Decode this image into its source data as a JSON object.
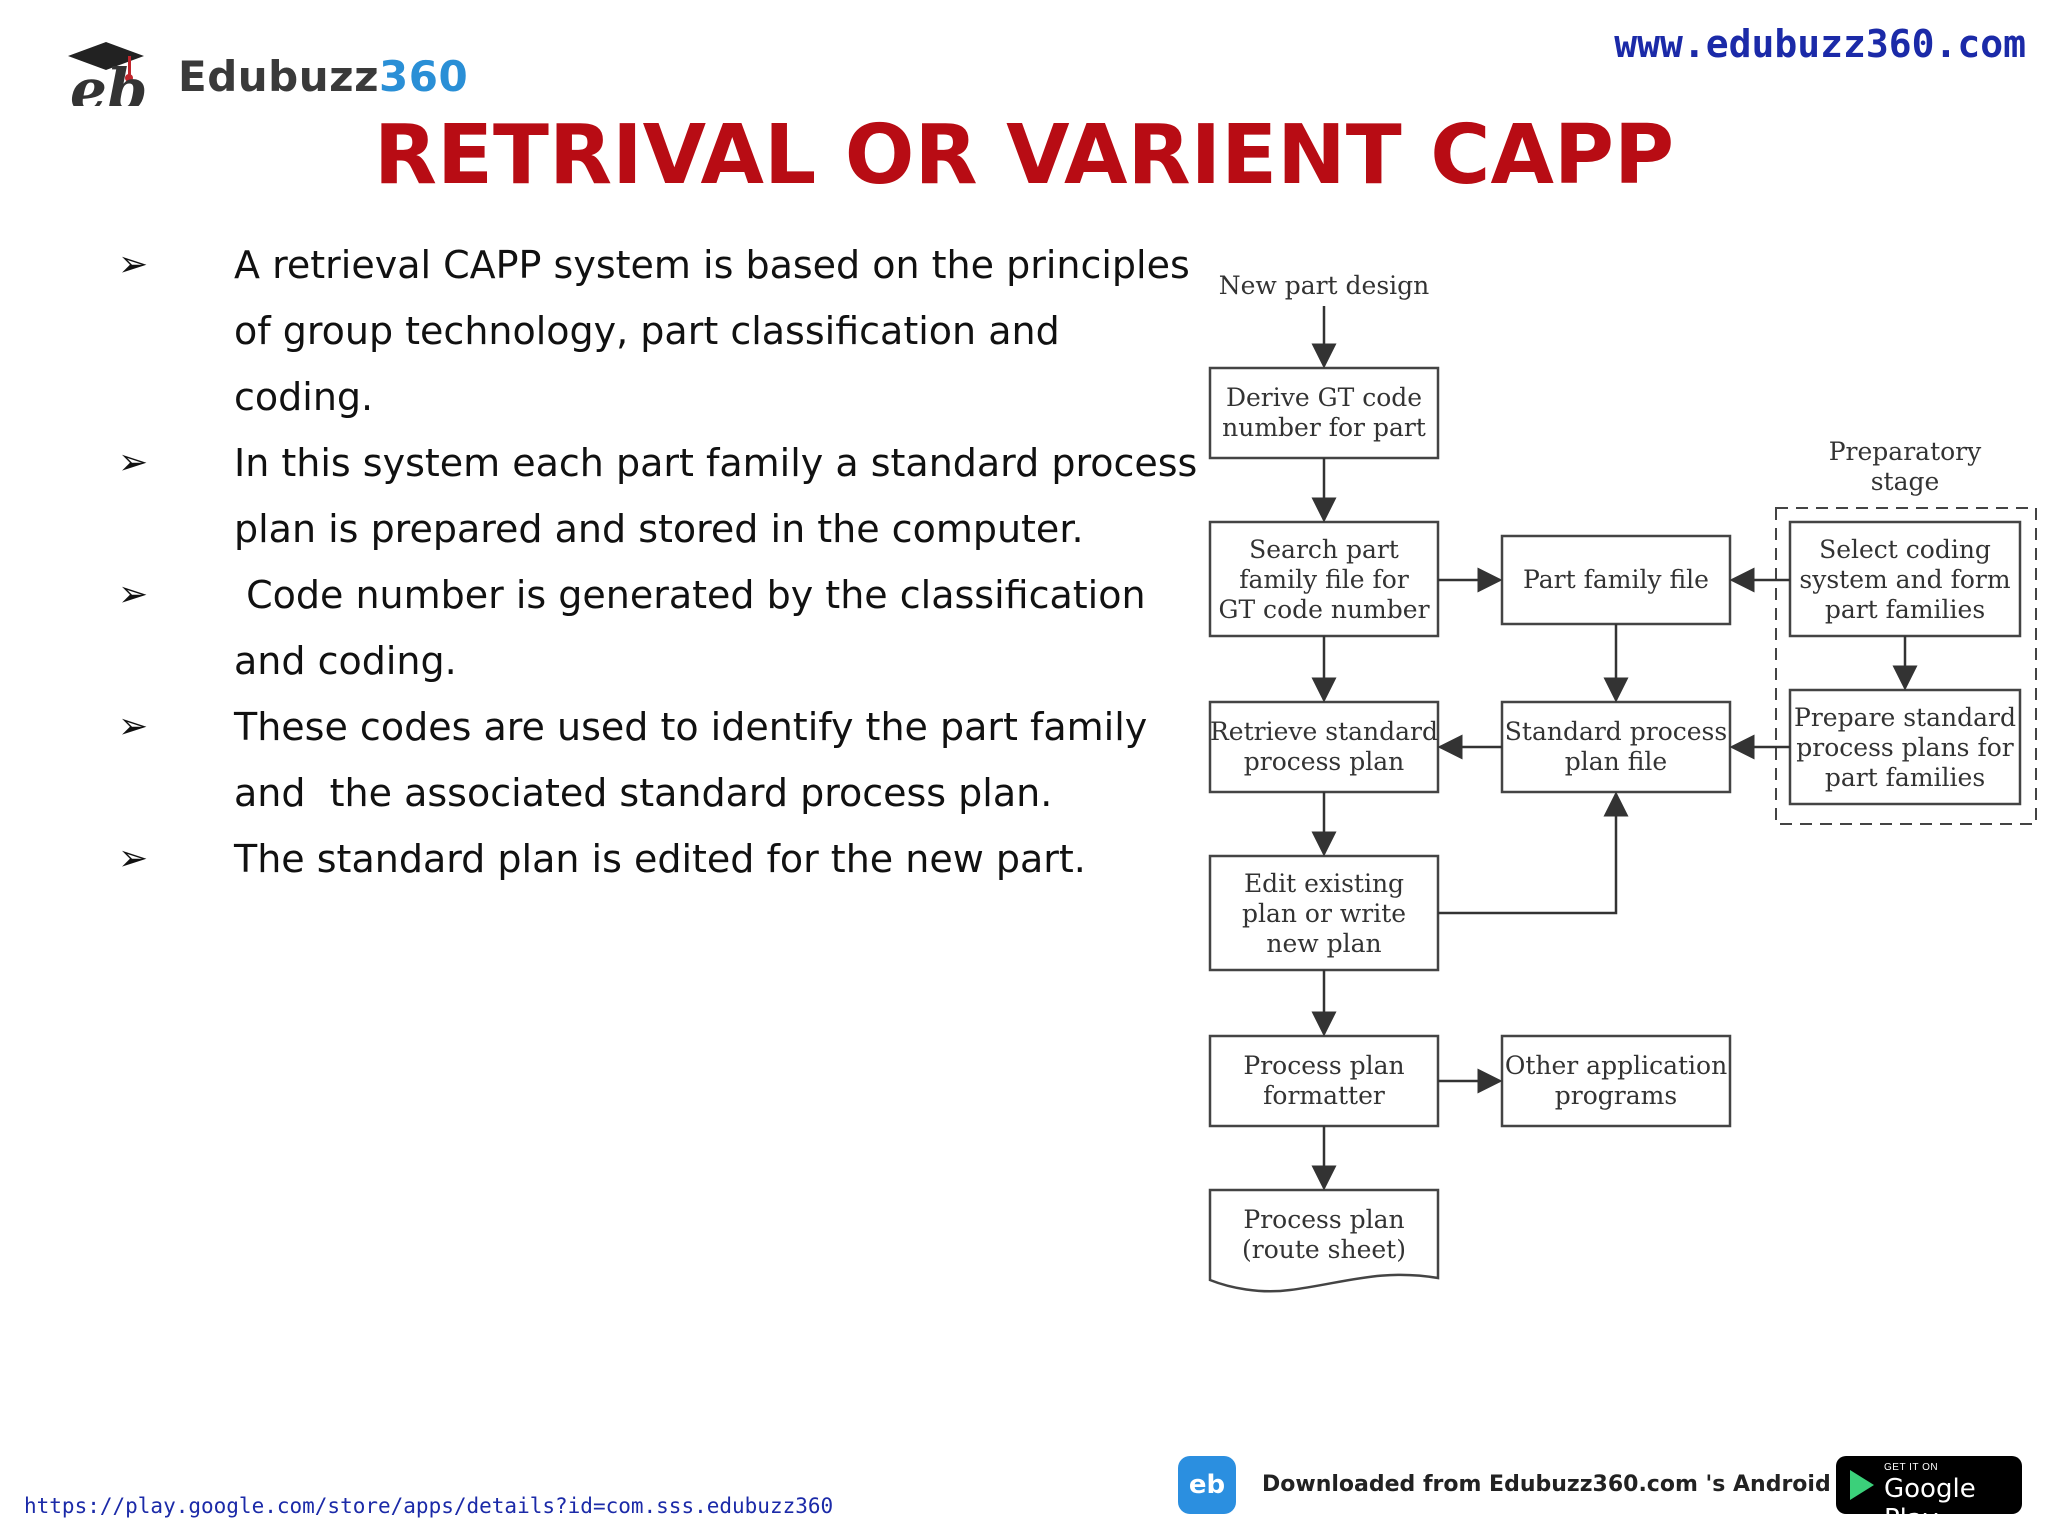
{
  "header": {
    "logo_text": "Edubuzz",
    "logo_number": "360",
    "logo_monogram": "eb",
    "site_url": "www.edubuzz360.com"
  },
  "title": "RETRIVAL OR VARIENT CAPP",
  "bullets": [
    {
      "line1": "A retrieval CAPP system is based on the principles",
      "line2": "of group technology, part classification and coding."
    },
    {
      "line1": "In this system each part family a standard process",
      "line2": "plan is prepared and stored in the computer."
    },
    {
      "line1": " Code number is generated by the classification",
      "line2": "and coding."
    },
    {
      "line1": "These codes are used to identify the part family",
      "line2": "and  the associated standard process plan."
    },
    {
      "line1": "The standard plan is edited for the new part.",
      "line2": ""
    }
  ],
  "diagram": {
    "new_part_design": "New part design",
    "derive": [
      "Derive GT code",
      "number for part"
    ],
    "preparatory": [
      "Preparatory",
      "stage"
    ],
    "search": [
      "Search part",
      "family file for",
      "GT code number"
    ],
    "part_family_file": "Part family file",
    "select_coding": [
      "Select coding",
      "system and form",
      "part families"
    ],
    "retrieve": [
      "Retrieve standard",
      "process plan"
    ],
    "standard_file": [
      "Standard process",
      "plan file"
    ],
    "prepare_standard": [
      "Prepare standard",
      "process plans for",
      "part families"
    ],
    "edit": [
      "Edit existing",
      "plan or write",
      "new plan"
    ],
    "formatter": [
      "Process plan",
      "formatter"
    ],
    "other_apps": [
      "Other application",
      "programs"
    ],
    "route_sheet": [
      "Process plan",
      "(route sheet)"
    ]
  },
  "footer": {
    "link": "https://play.google.com/store/apps/details?id=com.sss.edubuzz360",
    "app_icon_text": "eb",
    "download_text": "Downloaded from Edubuzz360.com 's Android App",
    "gplay_small": "GET IT ON",
    "gplay_big": "Google Play"
  }
}
